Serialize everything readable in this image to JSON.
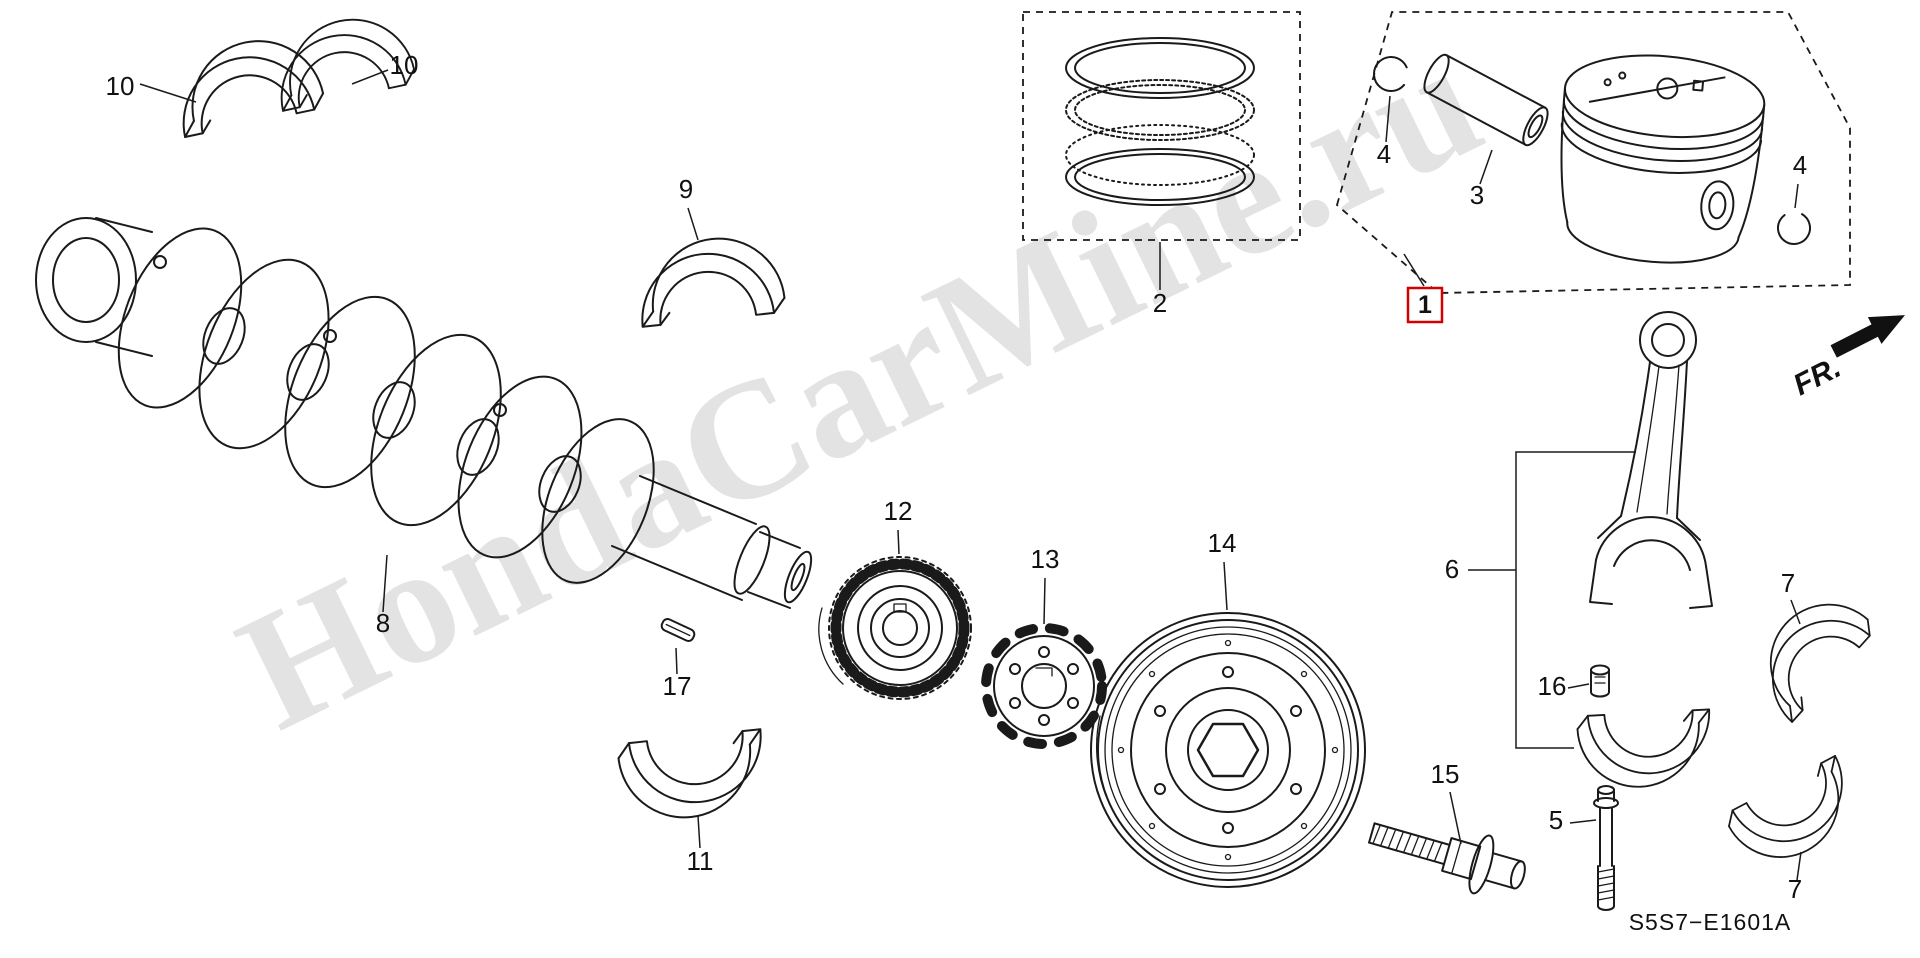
{
  "diagram": {
    "code": "S5S7−E1601A",
    "fr_label": "FR.",
    "watermark": "HondaCarMine.ru"
  },
  "colors": {
    "line": "#1a1a1a",
    "highlight_red": "#d40000",
    "watermark_gray": "#d2d2d2",
    "background": "#ffffff"
  },
  "callouts": [
    {
      "label": "10",
      "highlighted": false
    },
    {
      "label": "10",
      "highlighted": false
    },
    {
      "label": "9",
      "highlighted": false
    },
    {
      "label": "2",
      "highlighted": false
    },
    {
      "label": "4",
      "highlighted": false
    },
    {
      "label": "3",
      "highlighted": false
    },
    {
      "label": "4",
      "highlighted": false
    },
    {
      "label": "1",
      "highlighted": true
    },
    {
      "label": "12",
      "highlighted": false
    },
    {
      "label": "13",
      "highlighted": false
    },
    {
      "label": "14",
      "highlighted": false
    },
    {
      "label": "8",
      "highlighted": false
    },
    {
      "label": "17",
      "highlighted": false
    },
    {
      "label": "11",
      "highlighted": false
    },
    {
      "label": "6",
      "highlighted": false
    },
    {
      "label": "16",
      "highlighted": false
    },
    {
      "label": "5",
      "highlighted": false
    },
    {
      "label": "15",
      "highlighted": false
    },
    {
      "label": "7",
      "highlighted": false
    },
    {
      "label": "7",
      "highlighted": false
    }
  ]
}
